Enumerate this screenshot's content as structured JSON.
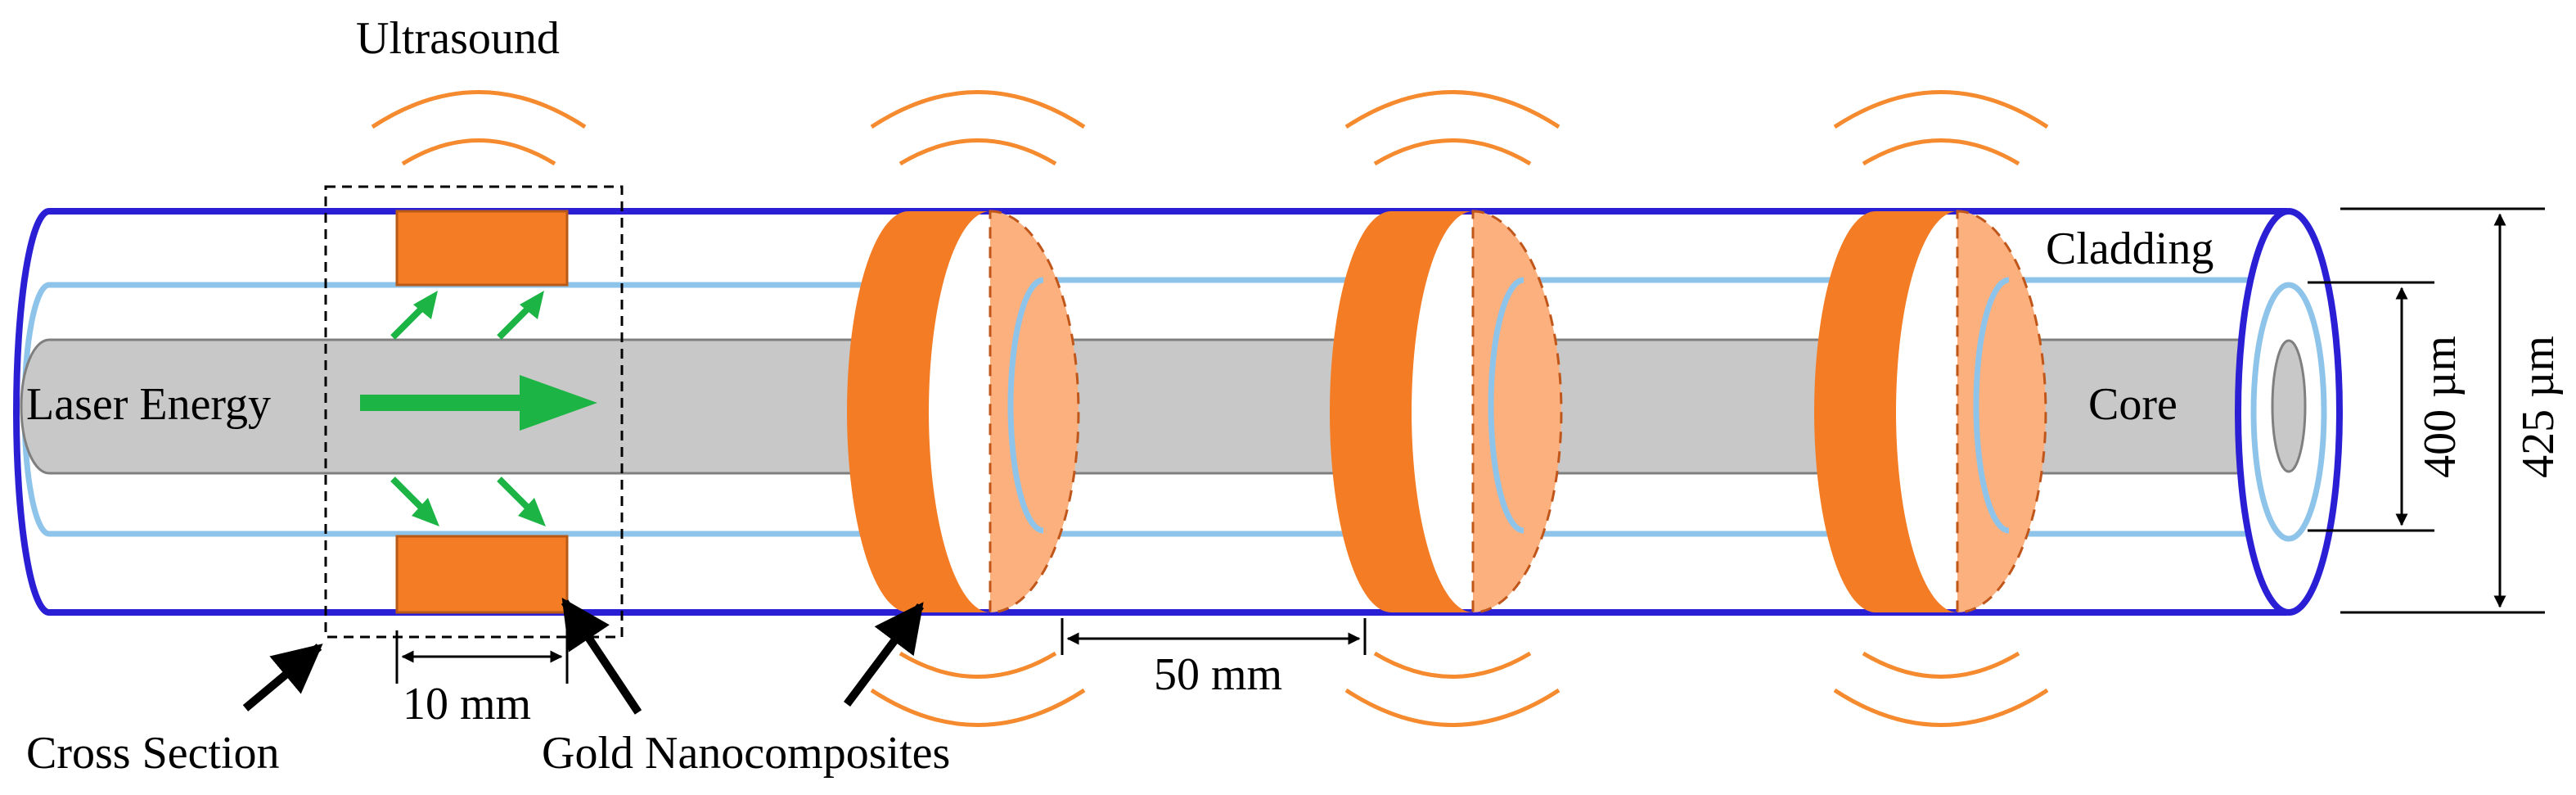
{
  "labels": {
    "ultrasound": "Ultrasound",
    "laser_energy": "Laser Energy",
    "cladding": "Cladding",
    "core": "Core",
    "dim_inner": "400 µm",
    "dim_outer": "425 µm",
    "dim_transducer": "10 mm",
    "dim_spacing": "50 mm",
    "cross_section": "Cross Section",
    "gold_nanocomposites": "Gold Nanocomposites"
  },
  "colors": {
    "outer_tube": "#2b1fd6",
    "cladding": "#8fc4ea",
    "core_fill": "#c8c8c8",
    "core_stroke": "#7f7f7f",
    "transducer": "#f47c25",
    "ring_face": "#fbb07e",
    "wave": "#f58a2f",
    "arrow_green": "#1db446",
    "arrow_black": "#000000"
  },
  "icons": {
    "laser_arrow": "laser-energy-arrow-icon",
    "radial_arrows": "radial-energy-arrow-icon"
  }
}
